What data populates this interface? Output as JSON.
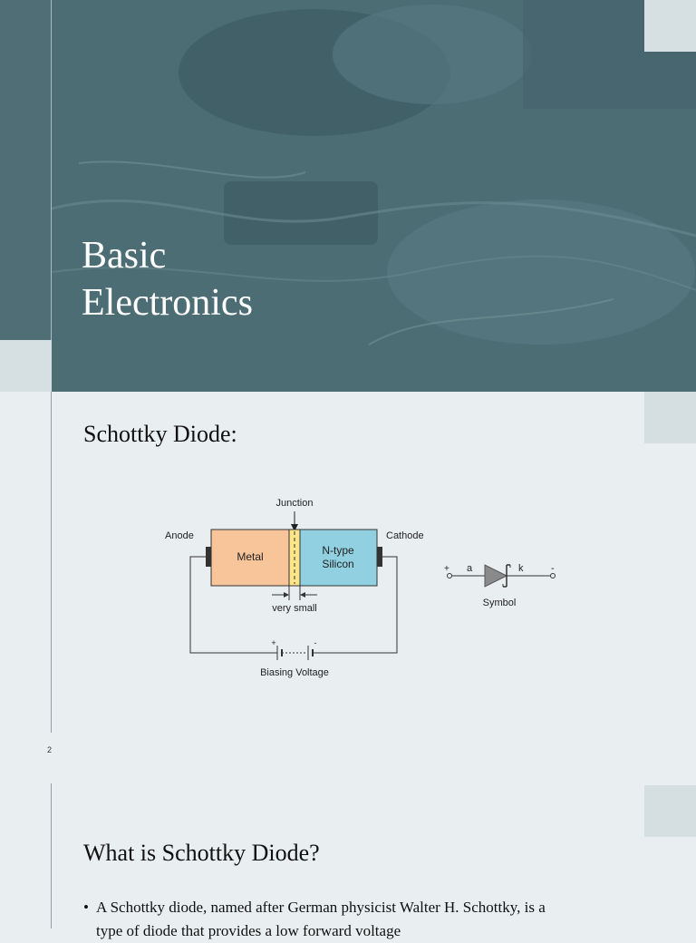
{
  "slide1": {
    "title_line1": "Basic",
    "title_line2": "Electronics"
  },
  "slide2": {
    "heading": "Schottky Diode:",
    "page_number": "2",
    "diagram": {
      "junction_label": "Junction",
      "anode_label": "Anode",
      "cathode_label": "Cathode",
      "metal_label": "Metal",
      "ntype_line1": "N-type",
      "ntype_line2": "Silicon",
      "very_small_label": "very small",
      "plus_sign": "+",
      "minus_sign": "-",
      "biasing_label": "Biasing Voltage",
      "symbol_plus": "+",
      "symbol_minus": "-",
      "symbol_a": "a",
      "symbol_k": "k",
      "symbol_label": "Symbol",
      "colors": {
        "metal": "#f8c49a",
        "ntype": "#90d0e0",
        "junction": "#fde68a"
      }
    }
  },
  "slide3": {
    "heading": "What is Schottky Diode?",
    "bullets": [
      "A Schottky diode, named after German physicist Walter H. Schottky, is a type of diode that provides a low forward voltage"
    ]
  }
}
